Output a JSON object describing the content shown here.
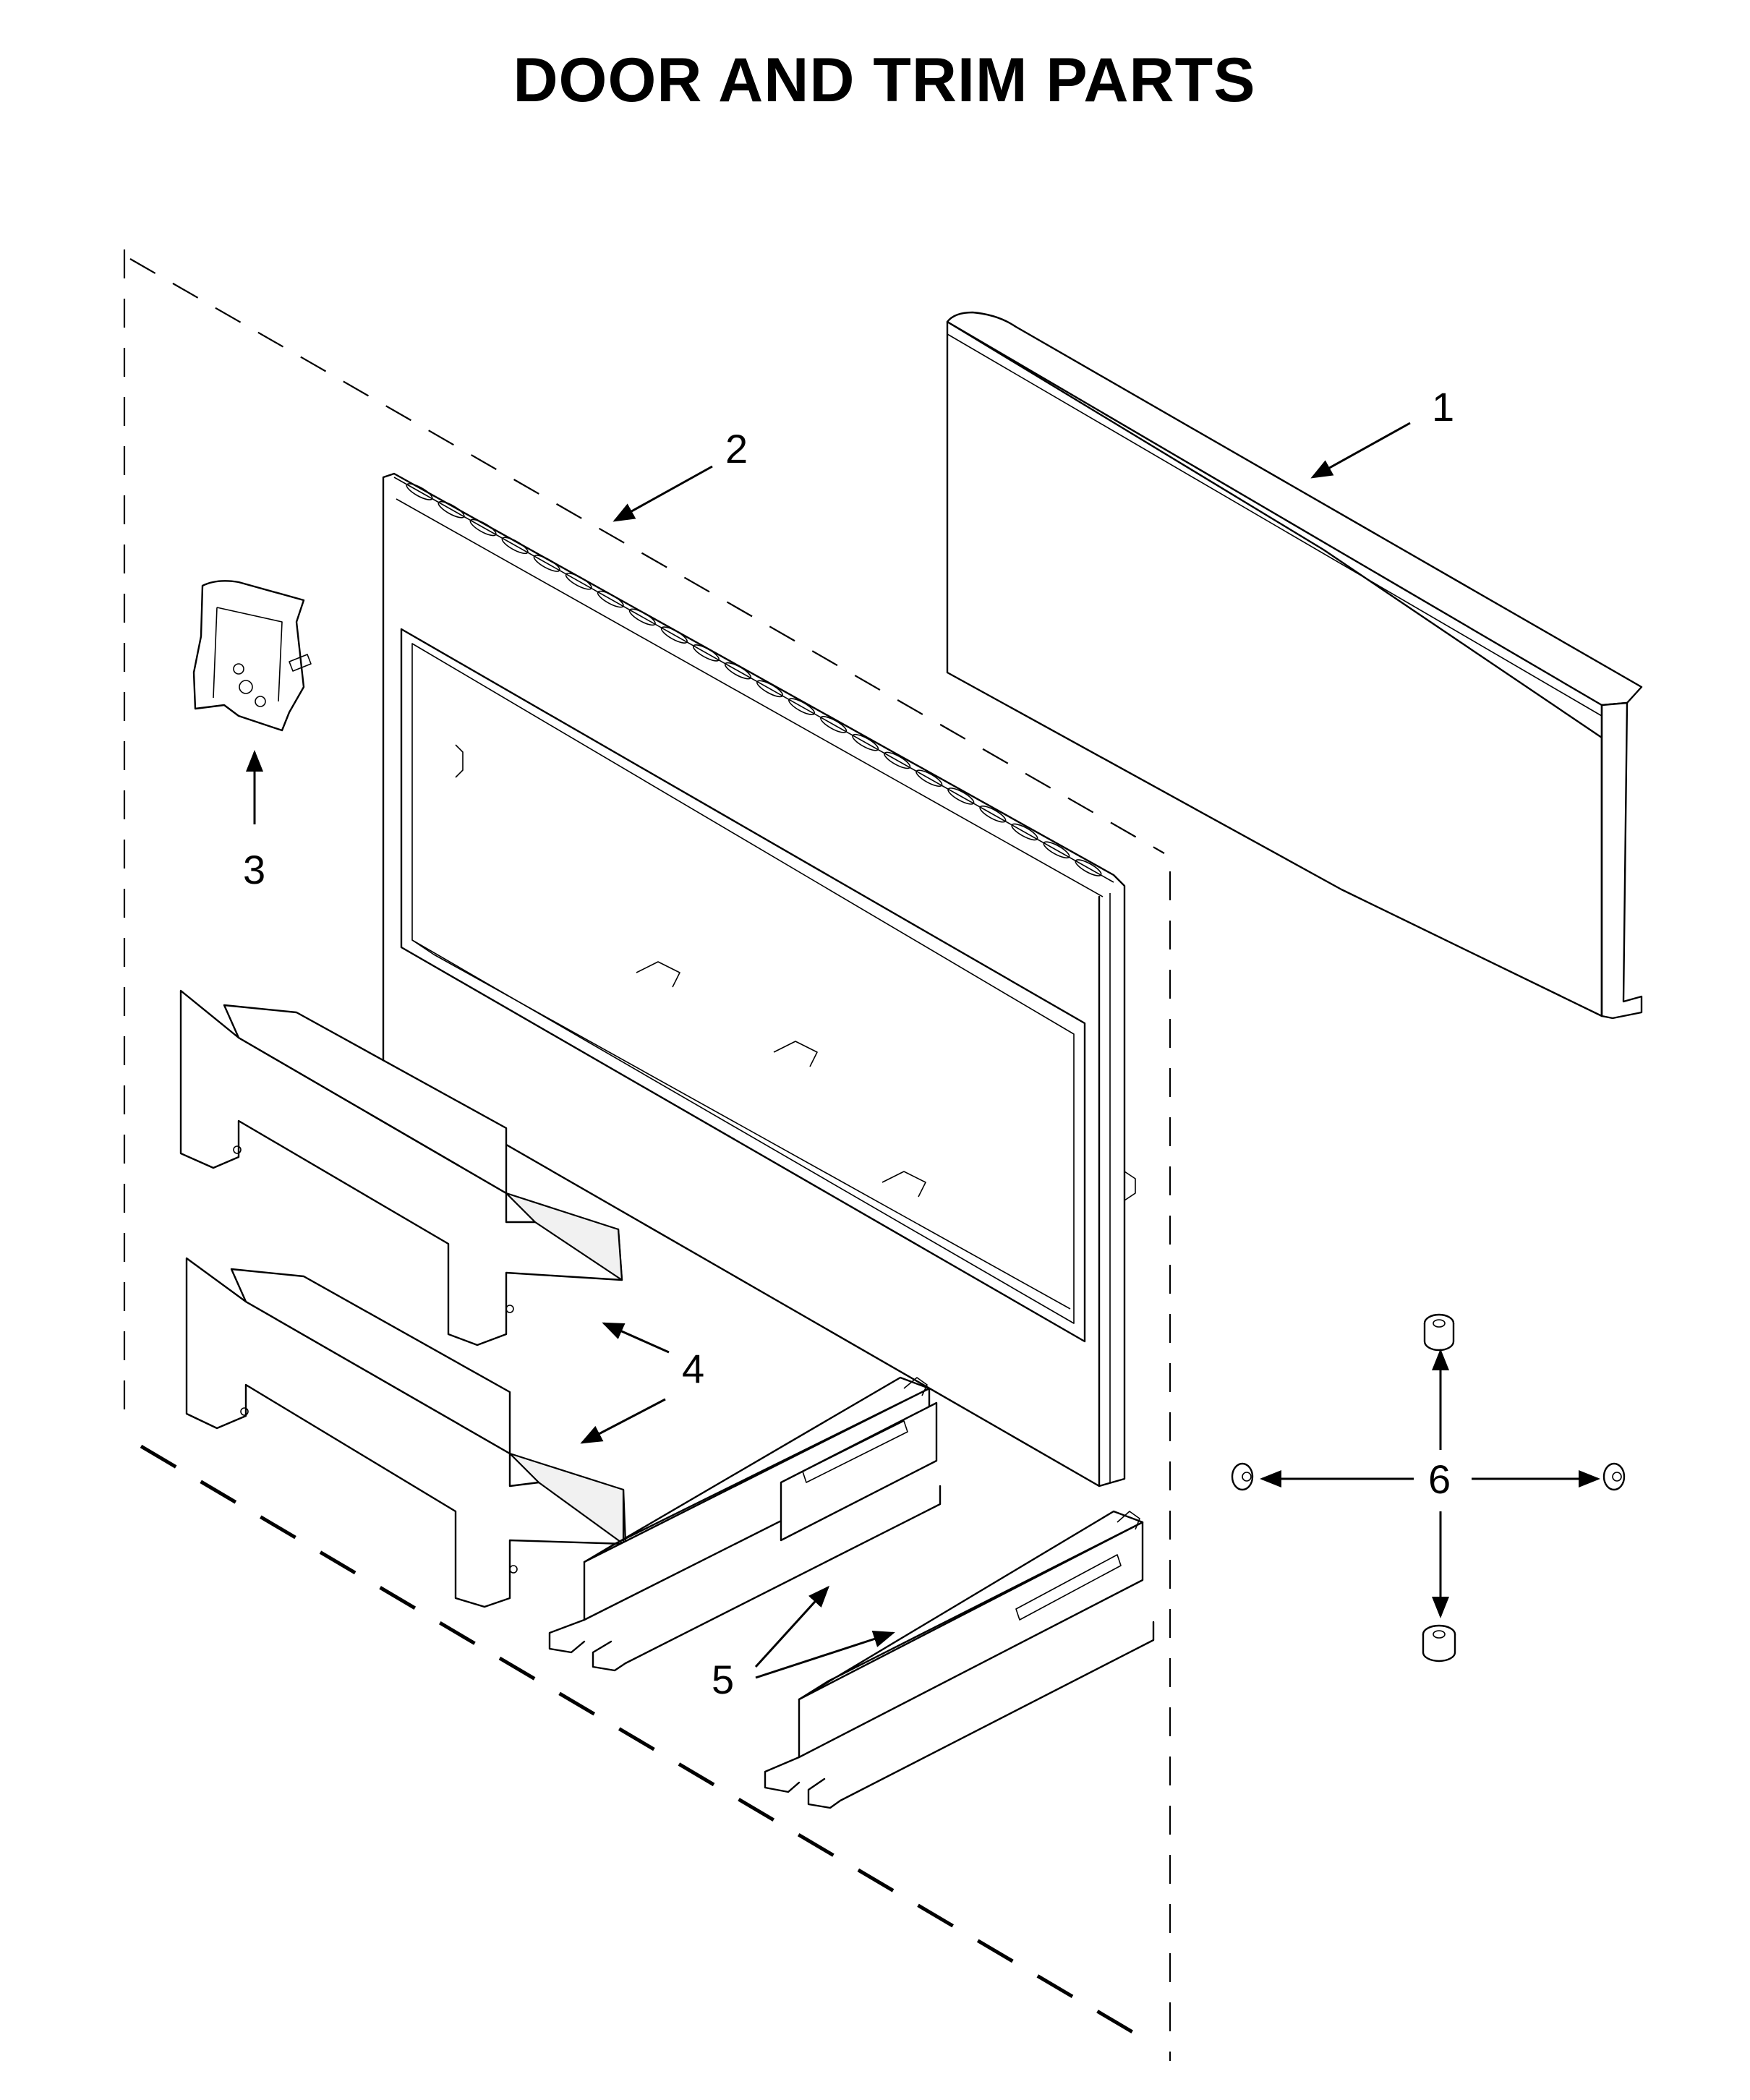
{
  "title": "DOOR AND TRIM PARTS",
  "callouts": [
    {
      "number": "1",
      "part": "trim-panel"
    },
    {
      "number": "2",
      "part": "door-frame"
    },
    {
      "number": "3",
      "part": "hardware-bag"
    },
    {
      "number": "4",
      "part": "side-brackets"
    },
    {
      "number": "5",
      "part": "rails"
    },
    {
      "number": "6",
      "part": "bumpers"
    }
  ]
}
